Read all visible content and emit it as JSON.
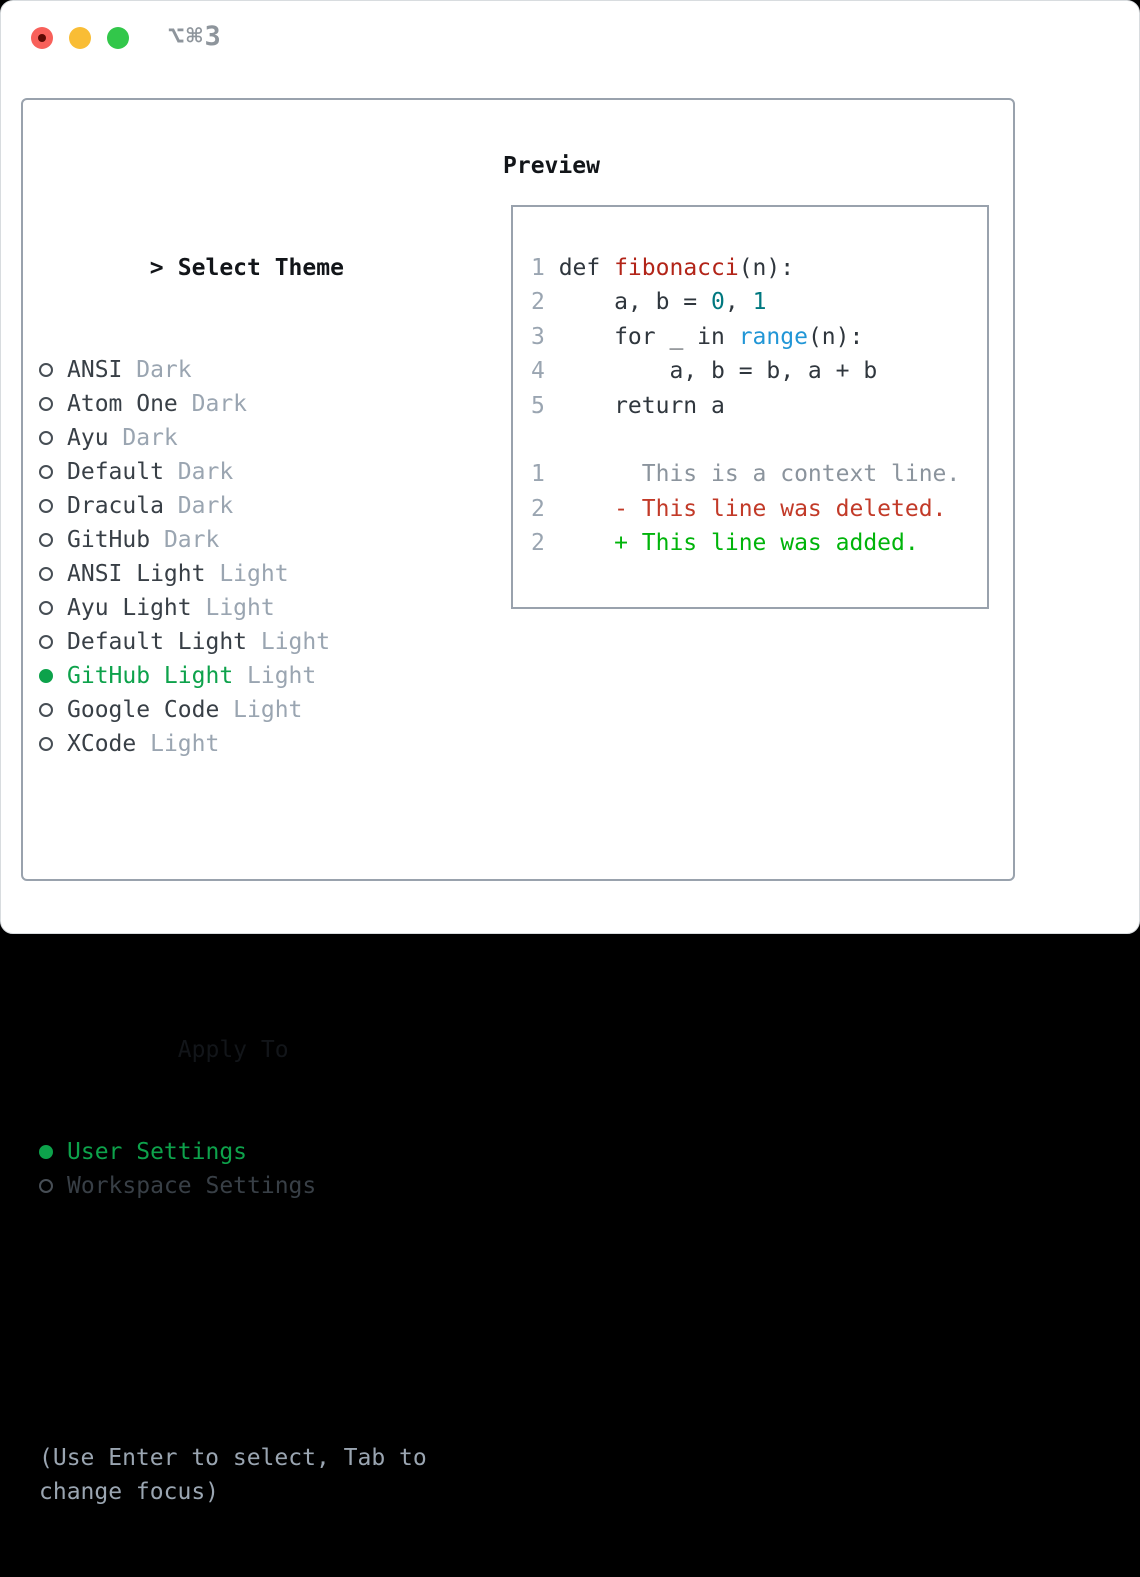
{
  "window": {
    "title": "⌥⌘3",
    "traffic_lights": [
      {
        "name": "close-button",
        "color_key": "traffic_red",
        "has_dot": true
      },
      {
        "name": "minimize-button",
        "color_key": "traffic_yellow",
        "has_dot": false
      },
      {
        "name": "zoom-button",
        "color_key": "traffic_green",
        "has_dot": false
      }
    ]
  },
  "colors": {
    "traffic_red": "#f8605a",
    "traffic_yellow": "#f9bd35",
    "traffic_green": "#32c74a",
    "border_gray": "#99a2ad",
    "heading_black": "#121519",
    "text_dark": "#383f46",
    "muted_gray": "#9aa5b1",
    "ring_gray": "#474e55",
    "accent_green": "#0da24b",
    "code_dark": "#2f363d",
    "function_red": "#b22418",
    "number_teal": "#00787f",
    "builtin_blue": "#2196d6",
    "context_gray": "#8b949d",
    "deleted_red": "#c23a28",
    "added_green": "#00b40a"
  },
  "theme_selector": {
    "prompt": ">",
    "heading": "Select Theme",
    "items": [
      {
        "name": "ANSI",
        "variant": "Dark",
        "selected": false
      },
      {
        "name": "Atom One",
        "variant": "Dark",
        "selected": false
      },
      {
        "name": "Ayu",
        "variant": "Dark",
        "selected": false
      },
      {
        "name": "Default",
        "variant": "Dark",
        "selected": false
      },
      {
        "name": "Dracula",
        "variant": "Dark",
        "selected": false
      },
      {
        "name": "GitHub",
        "variant": "Dark",
        "selected": false
      },
      {
        "name": "ANSI Light",
        "variant": "Light",
        "selected": false
      },
      {
        "name": "Ayu Light",
        "variant": "Light",
        "selected": false
      },
      {
        "name": "Default Light",
        "variant": "Light",
        "selected": false
      },
      {
        "name": "GitHub Light",
        "variant": "Light",
        "selected": true
      },
      {
        "name": "Google Code",
        "variant": "Light",
        "selected": false
      },
      {
        "name": "XCode",
        "variant": "Light",
        "selected": false
      }
    ]
  },
  "apply_to": {
    "heading": "Apply To",
    "options": [
      {
        "label": "User Settings",
        "selected": true
      },
      {
        "label": "Workspace Settings",
        "selected": false
      }
    ]
  },
  "hint": "(Use Enter to select, Tab to change focus)",
  "preview": {
    "heading": "Preview",
    "code_lines": [
      {
        "num": "1",
        "segments": [
          {
            "text": "def ",
            "style": "code"
          },
          {
            "text": "fibonacci",
            "style": "func"
          },
          {
            "text": "(n):",
            "style": "code"
          }
        ]
      },
      {
        "num": "2",
        "segments": [
          {
            "text": "    a, b = ",
            "style": "code"
          },
          {
            "text": "0",
            "style": "num"
          },
          {
            "text": ", ",
            "style": "code"
          },
          {
            "text": "1",
            "style": "num"
          }
        ]
      },
      {
        "num": "3",
        "segments": [
          {
            "text": "    for _ in ",
            "style": "code"
          },
          {
            "text": "range",
            "style": "builtin"
          },
          {
            "text": "(n):",
            "style": "code"
          }
        ]
      },
      {
        "num": "4",
        "segments": [
          {
            "text": "        a, b = b, a + b",
            "style": "code"
          }
        ]
      },
      {
        "num": "5",
        "segments": [
          {
            "text": "    return a",
            "style": "code"
          }
        ]
      },
      {
        "num": "",
        "segments": []
      },
      {
        "num": "1",
        "segments": [
          {
            "text": "      This is a context line.",
            "style": "context"
          }
        ]
      },
      {
        "num": "2",
        "segments": [
          {
            "text": "    - This line was deleted.",
            "style": "deleted"
          }
        ]
      },
      {
        "num": "2",
        "segments": [
          {
            "text": "    + This line was added.",
            "style": "added"
          }
        ]
      }
    ]
  }
}
